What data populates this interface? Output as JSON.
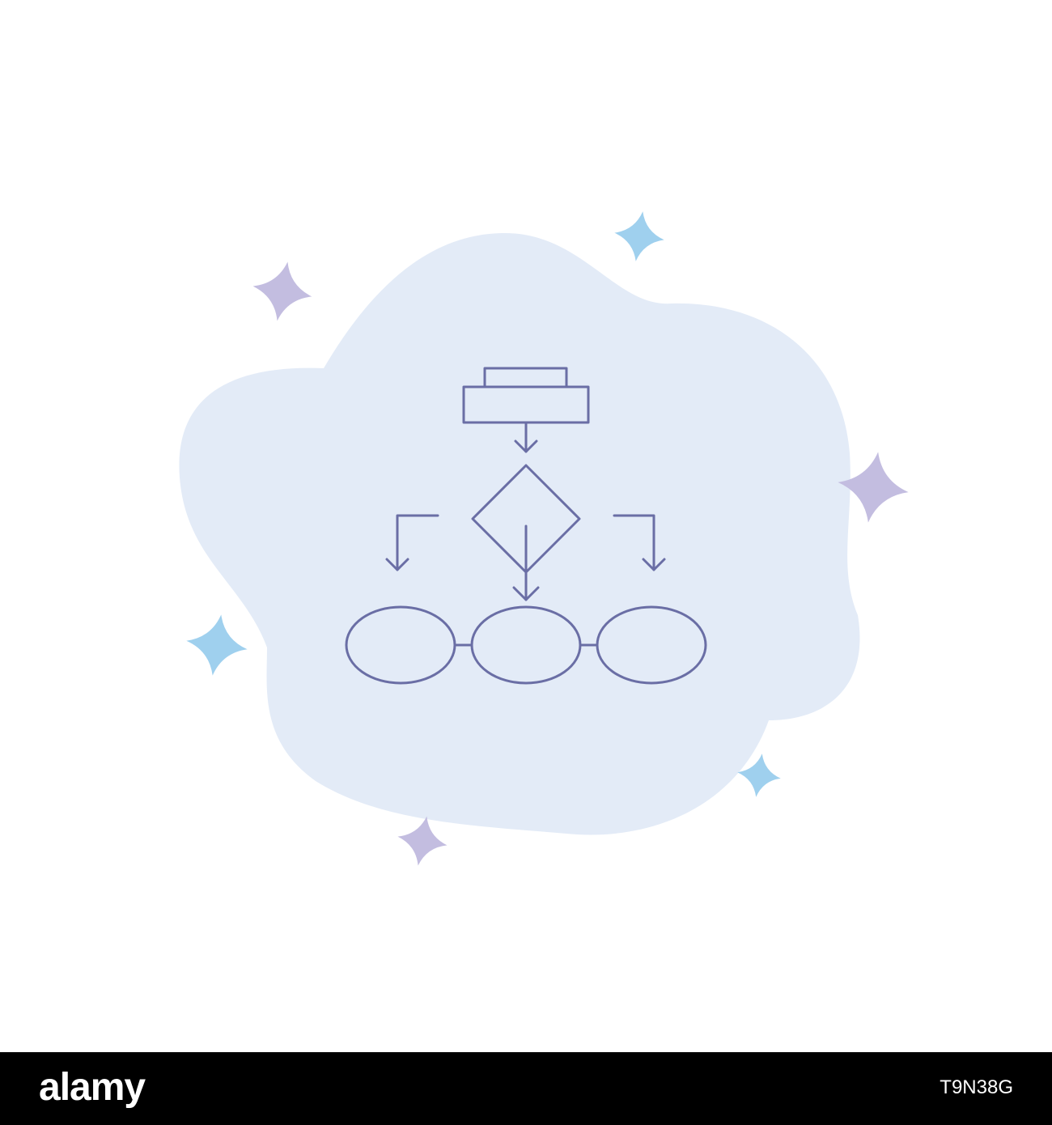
{
  "colors": {
    "background": "#ffffff",
    "cloud_fill": "#e3ebf7",
    "icon_stroke": "#6a6ea5",
    "sparkle_blue": "#9fd0ee",
    "sparkle_purple": "#c3bde0",
    "footer_bg": "#000000",
    "footer_text": "#ffffff"
  },
  "icon": {
    "name": "flowchart-icon"
  },
  "decorations": {
    "sparkle_icon": "four-point-star-icon",
    "cloud_shape": "cloud-blob"
  },
  "footer": {
    "logo_text": "alamy",
    "image_id": "T9N38G"
  }
}
